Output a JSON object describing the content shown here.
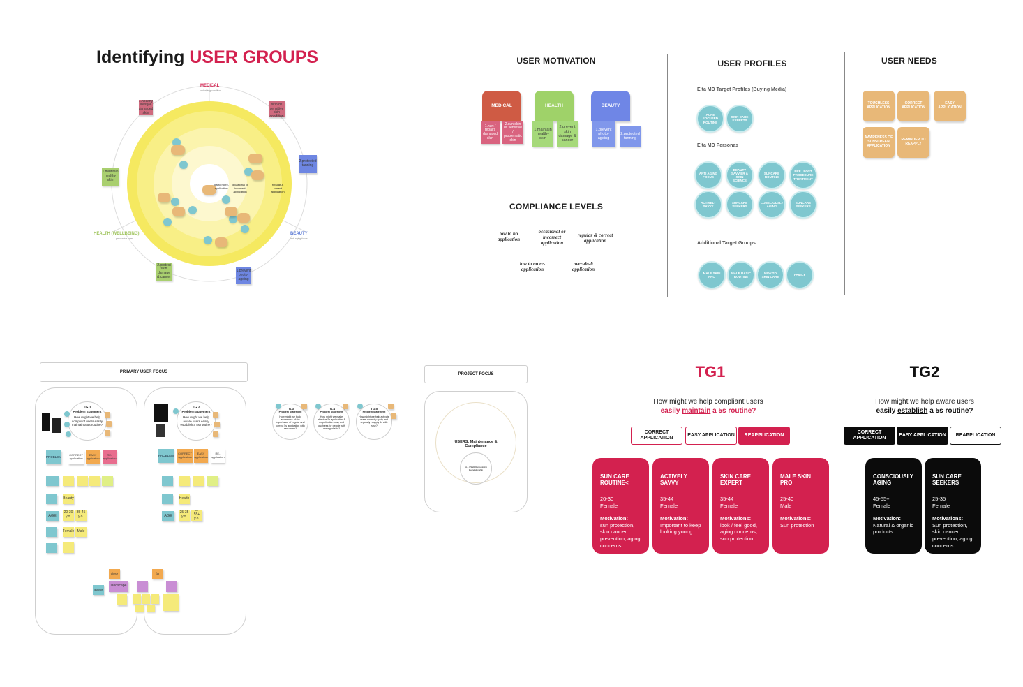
{
  "main_title": {
    "prefix": "Identifying",
    "highlight": "USER GROUPS"
  },
  "wheel": {
    "labels": {
      "medical": "MEDICAL",
      "medical_sub": "underlying condition",
      "health": "HEALTH (WELLBEING)",
      "health_sub": "preventive care",
      "beauty": "BEAUTY",
      "beauty_sub": "anti-aging focus"
    },
    "notes": {
      "n1": "1.healthy lifestyle damaged skin",
      "n2": "2.sun skin dx sensitive skin condition",
      "n3": "1.maintain healthy skin",
      "n4": "2.protect skin damage & cancer",
      "n5": "1.prevent photo-ageing",
      "n6": "2.protected tanning"
    },
    "center_labels": {
      "c1": "low to no re-application",
      "c2": "occasional or incorrect application",
      "c3": "regular & correct application"
    }
  },
  "motivation": {
    "title": "USER MOTIVATION",
    "groups": [
      {
        "label": "MEDICAL",
        "notes": [
          "1.hurt / repairs damaged skin",
          "2.sun skin dx sensitive / problematic skin"
        ]
      },
      {
        "label": "HEALTH",
        "notes": [
          "1.maintain healthy skin",
          "2.prevent skin damage & cancer"
        ]
      },
      {
        "label": "BEAUTY",
        "notes": [
          "1.prevent photo-ageing",
          "2.protected tanning"
        ]
      }
    ]
  },
  "compliance": {
    "title": "COMPLIANCE LEVELS",
    "levels": [
      "low to no application",
      "occasional or incorrect application",
      "regular & correct application",
      "low to no re-application",
      "over-do-it application"
    ]
  },
  "profiles": {
    "title": "USER PROFILES",
    "sub1": "Elta MD Target Profiles (Buying Media)",
    "target": [
      "ACNE FOCUSED ROUTINE",
      "SKIN CARE EXPERTS"
    ],
    "sub2": "Elta MD Personas",
    "personas": [
      "ANTI AGING FOCUS",
      "BEAUTY SAVVIER & SKIN SCIENCE",
      "SUNCARE ROUTINE",
      "PRE / POST PROCEDURE TREATMENT",
      "ACTIVELY SAVVY",
      "SUNCARE SEEKERS",
      "CONSCIOUSLY AGING",
      "SUNCARE SEEKERS"
    ],
    "sub3": "Additional Target Groups",
    "additional": [
      "MALE SKIN PRO",
      "MALE BASIC ROUTINE",
      "NEW TO SKIN CARE",
      "FAMILY"
    ]
  },
  "needs": {
    "title": "USER NEEDS",
    "items": [
      "TOUCHLESS APPLICATION",
      "CORRECT APPLICATION",
      "EASY APPLICATION",
      "AWARENESS OF SUNSCREEN APPLICATION",
      "REMINDER TO REAPPLY"
    ]
  },
  "primary": {
    "title": "PRIMARY USER FOCUS",
    "tg1": {
      "label": "TG.1",
      "ps": "Problem Statement",
      "q": "How might we help compliant users easily maintain a 5s routine?"
    },
    "tg2": {
      "label": "TG.2",
      "ps": "Problem Statement",
      "q": "How might we help aware users easily establish a 5s routine?"
    },
    "rows": {
      "problem": "PROBLEM",
      "correct": "CORRECT application",
      "easy": "EASY application",
      "re": "RE- application",
      "beauty": "Beauty",
      "health": "Health",
      "age": "AGE",
      "a1": "20-30 y.o.",
      "a2": "35-45 y.o.",
      "a3": "25-35 y.o.",
      "a4": "45-55+ y.o.",
      "female": "Female",
      "male": "Male",
      "close": "close",
      "far": "far",
      "landscape": "landscape",
      "distance": "distance"
    }
  },
  "mini": [
    {
      "label": "TG.3",
      "ps": "Problem Statement",
      "q": "How might we build awareness of the importance of regular and correct 5s application with new users?"
    },
    {
      "label": "TG.4",
      "ps": "Problem Statement",
      "q": "How might we make effective 5s application & reapplication easy and touchless for people with damaged skin?"
    },
    {
      "label": "TG.5",
      "ps": "Problem Statement",
      "q": "How might we help activate users correctly apply and regularly reapply 5s with ease?"
    }
  ],
  "project": {
    "title": "PROJECT FOCUS",
    "center": "USERS: Maintenance & Compliance",
    "inner": "ALL USER Reimagining the relationship"
  },
  "tg1": {
    "title": "TG1",
    "question_line1": "How might we help compliant users",
    "q_pre": "easily ",
    "q_strong": "maintain",
    "q_post": " a 5s routine?",
    "buttons": [
      "CORRECT APPLICATION",
      "EASY APPLICATION",
      "REAPPLICATION"
    ],
    "cards": [
      {
        "title": "SUN CARE ROUTINE<",
        "age": "20-30",
        "gender": "Female",
        "mot_label": "Motivation:",
        "mot": "sun protection, skin cancer prevention, aging concerns"
      },
      {
        "title": "ACTIVELY SAVVY",
        "age": "35-44",
        "gender": "Female",
        "mot_label": "Motivation:",
        "mot": "Important to keep looking young"
      },
      {
        "title": "SKIN CARE EXPERT",
        "age": "35-44",
        "gender": "Female",
        "mot_label": "Motivations:",
        "mot": "look / feel good, aging concerns, sun protection"
      },
      {
        "title": "MALE SKIN PRO",
        "age": "25-40",
        "gender": "Male",
        "mot_label": "Motivations:",
        "mot": "Sun protection"
      }
    ]
  },
  "tg2": {
    "title": "TG2",
    "question_line1": "How might we help aware users",
    "q_pre": "easily ",
    "q_strong": "establish",
    "q_post": " a 5s routine?",
    "buttons": [
      "CORRECT APPLICATION",
      "EASY APPLICATION",
      "REAPPLICATION"
    ],
    "cards": [
      {
        "title": "CONSCIOUSLY AGING",
        "age": "45-55+",
        "gender": "Female",
        "mot_label": "Motivation:",
        "mot": "Natural & organic products"
      },
      {
        "title": "SUN CARE SEEKERS",
        "age": "25-35",
        "gender": "Female",
        "mot_label": "Motivations:",
        "mot": "Sun protection, skin cancer prevention, aging concerns."
      }
    ]
  },
  "colors": {
    "red": "#d3214f",
    "black": "#0b0b0b",
    "teal": "#7fc7cf",
    "orange": "#e8b878",
    "yellow": "#f3e65a"
  }
}
